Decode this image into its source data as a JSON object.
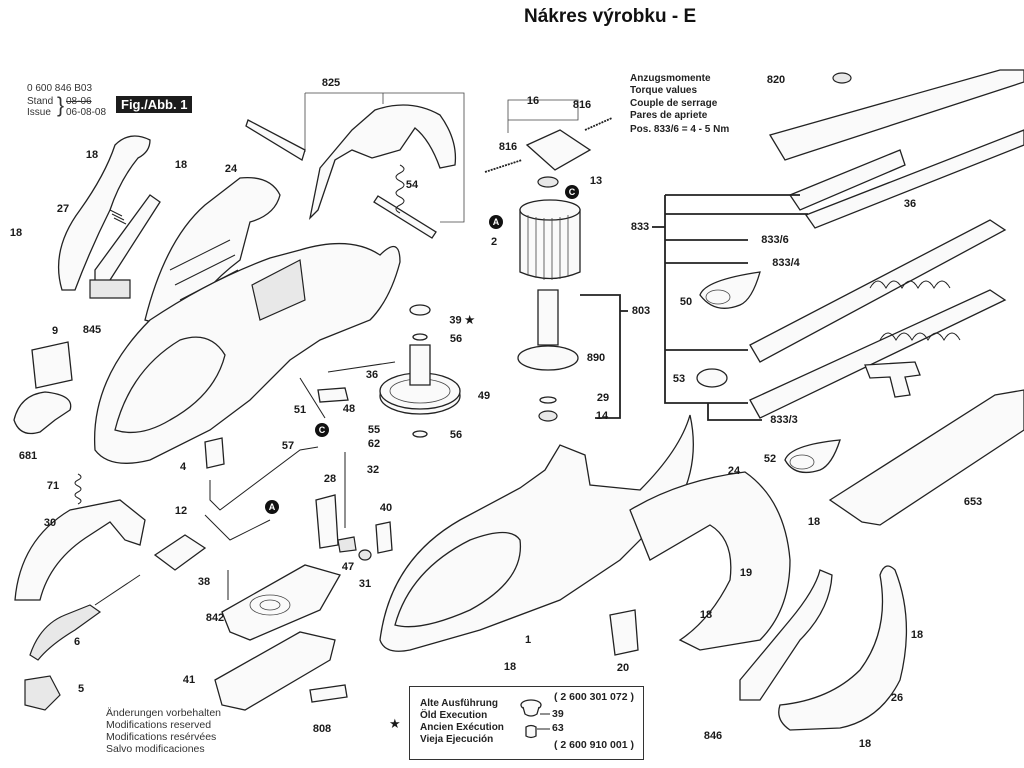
{
  "page_title": "Nákres výrobku - E",
  "header": {
    "part_number": "0 600 846 B03",
    "stand_label": "Stand",
    "stand_value_struck": "08-06",
    "issue_label": "Issue",
    "issue_value": "06-08-08",
    "figure_badge": "Fig./Abb. 1"
  },
  "torque": {
    "lines": [
      "Anzugsmomente",
      "Torque values",
      "Couple de serrage",
      "Pares de apriete"
    ],
    "spec": "Pos. 833/6 = 4 - 5 Nm"
  },
  "modifications_note": [
    "Änderungen vorbehalten",
    "Modifications reserved",
    "Modifications resérvées",
    "Salvo modificaciones"
  ],
  "legend": {
    "marker": "★",
    "lines": [
      "Alte Ausführung",
      "Öld Execution",
      "Ancien Exécution",
      "Vieja Ejecución"
    ],
    "code_top": "( 2 600 301 072 )",
    "item_a": "39",
    "item_b": "63",
    "code_bottom": "( 2 600 910 001 )"
  },
  "markers": [
    {
      "id": "marker-a-motor",
      "text": "A"
    },
    {
      "id": "marker-c-motor",
      "text": "C"
    },
    {
      "id": "marker-c-gear",
      "text": "C"
    },
    {
      "id": "marker-a-cable",
      "text": "A"
    }
  ],
  "part_labels": [
    {
      "text": "825"
    },
    {
      "text": "18"
    },
    {
      "text": "18"
    },
    {
      "text": "24"
    },
    {
      "text": "27"
    },
    {
      "text": "18"
    },
    {
      "text": "54"
    },
    {
      "text": "845"
    },
    {
      "text": "9"
    },
    {
      "text": "681"
    },
    {
      "text": "16"
    },
    {
      "text": "816"
    },
    {
      "text": "816"
    },
    {
      "text": "13"
    },
    {
      "text": "2"
    },
    {
      "text": "39 ★"
    },
    {
      "text": "56"
    },
    {
      "text": "36"
    },
    {
      "text": "49"
    },
    {
      "text": "48"
    },
    {
      "text": "51"
    },
    {
      "text": "55"
    },
    {
      "text": "62"
    },
    {
      "text": "56"
    },
    {
      "text": "57"
    },
    {
      "text": "4"
    },
    {
      "text": "32"
    },
    {
      "text": "71"
    },
    {
      "text": "28"
    },
    {
      "text": "40"
    },
    {
      "text": "30"
    },
    {
      "text": "12"
    },
    {
      "text": "47"
    },
    {
      "text": "31"
    },
    {
      "text": "38"
    },
    {
      "text": "842"
    },
    {
      "text": "6"
    },
    {
      "text": "41"
    },
    {
      "text": "5"
    },
    {
      "text": "808"
    },
    {
      "text": "803"
    },
    {
      "text": "890"
    },
    {
      "text": "29"
    },
    {
      "text": "14"
    },
    {
      "text": "820"
    },
    {
      "text": "833"
    },
    {
      "text": "36"
    },
    {
      "text": "833/6"
    },
    {
      "text": "833/4"
    },
    {
      "text": "50"
    },
    {
      "text": "53"
    },
    {
      "text": "833/3"
    },
    {
      "text": "52"
    },
    {
      "text": "24"
    },
    {
      "text": "653"
    },
    {
      "text": "18"
    },
    {
      "text": "19"
    },
    {
      "text": "18"
    },
    {
      "text": "1"
    },
    {
      "text": "18"
    },
    {
      "text": "20"
    },
    {
      "text": "18"
    },
    {
      "text": "26"
    },
    {
      "text": "846"
    },
    {
      "text": "18"
    }
  ]
}
